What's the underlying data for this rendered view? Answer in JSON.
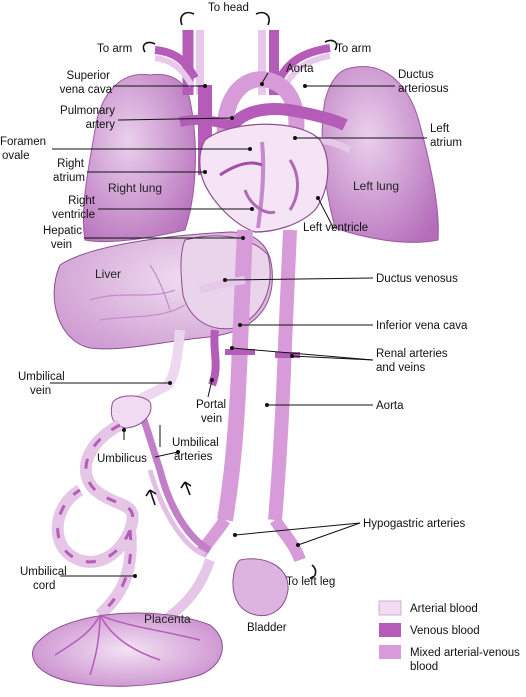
{
  "labels": {
    "to_head": "To head",
    "to_arm_left": "To arm",
    "to_arm_right": "To arm",
    "superior_vena_cava_1": "Superior",
    "superior_vena_cava_2": "vena cava",
    "aorta_top": "Aorta",
    "ductus_arteriosus_1": "Ductus",
    "ductus_arteriosus_2": "arteriosus",
    "pulmonary_artery_1": "Pulmonary",
    "pulmonary_artery_2": "artery",
    "left_atrium_1": "Left",
    "left_atrium_2": "atrium",
    "foramen_ovale_1": "Foramen",
    "foramen_ovale_2": "ovale",
    "right_atrium_1": "Right",
    "right_atrium_2": "atrium",
    "right_lung": "Right lung",
    "left_lung": "Left lung",
    "right_ventricle_1": "Right",
    "right_ventricle_2": "ventricle",
    "hepatic_vein_1": "Hepatic",
    "hepatic_vein_2": "vein",
    "left_ventricle": "Left ventricle",
    "liver": "Liver",
    "ductus_venosus": "Ductus venosus",
    "inferior_vena_cava": "Inferior vena cava",
    "renal_1": "Renal arteries",
    "renal_2": "and veins",
    "umbilical_vein_1": "Umbilical",
    "umbilical_vein_2": "vein",
    "portal_vein_1": "Portal",
    "portal_vein_2": "vein",
    "aorta_low": "Aorta",
    "umbilical_arteries_1": "Umbilical",
    "umbilical_arteries_2": "arteries",
    "umbilicus": "Umbilicus",
    "hypogastric_arteries": "Hypogastric arteries",
    "umbilical_cord_1": "Umbilical",
    "umbilical_cord_2": "cord",
    "to_left_leg": "To left leg",
    "placenta": "Placenta",
    "bladder": "Bladder"
  },
  "legend": {
    "arterial": "Arterial blood",
    "venous": "Venous blood",
    "mixed_1": "Mixed arterial-venous",
    "mixed_2": "blood"
  },
  "colors": {
    "arterial": "#f2dcf2",
    "venous": "#b45cb8",
    "mixed": "#d69bd8",
    "outline": "#8a4f8d",
    "lung": "#c886cc"
  }
}
